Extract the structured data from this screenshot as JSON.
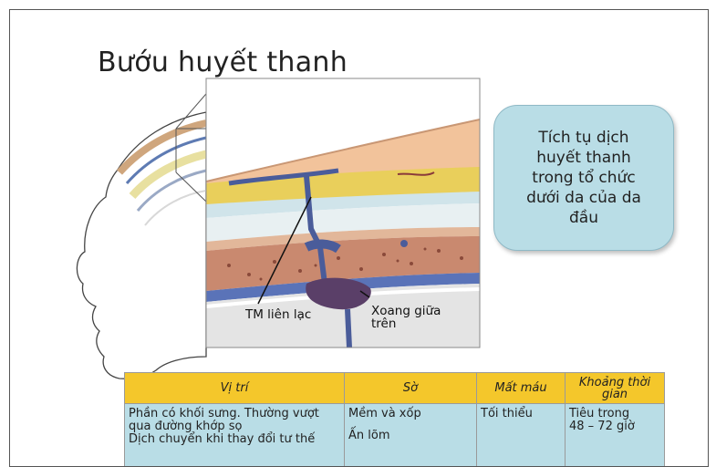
{
  "title": "Bướu huyết thanh",
  "callout": "Tích tụ dịch\nhuyết thanh\ntrong tổ chức\ndưới da của da\nđầu",
  "labels": {
    "vein": "TM liên lạc",
    "sinus_line1": "Xoang giữa",
    "sinus_line2": "trên"
  },
  "table": {
    "headers": [
      "Vị trí",
      "Sờ",
      "Mất máu",
      "Khoảng thời gian"
    ],
    "rows": [
      {
        "location": [
          "Phần có khối sưng. Thường vượt qua đường khớp sọ",
          "Dịch chuyển khi thay đổi tư thế"
        ],
        "palpation": [
          "Mềm và xốp",
          "Ấn lõm"
        ],
        "blood_loss": "Tối thiểu",
        "duration": [
          "Tiêu trong",
          "48 – 72 giờ"
        ]
      }
    ]
  }
}
